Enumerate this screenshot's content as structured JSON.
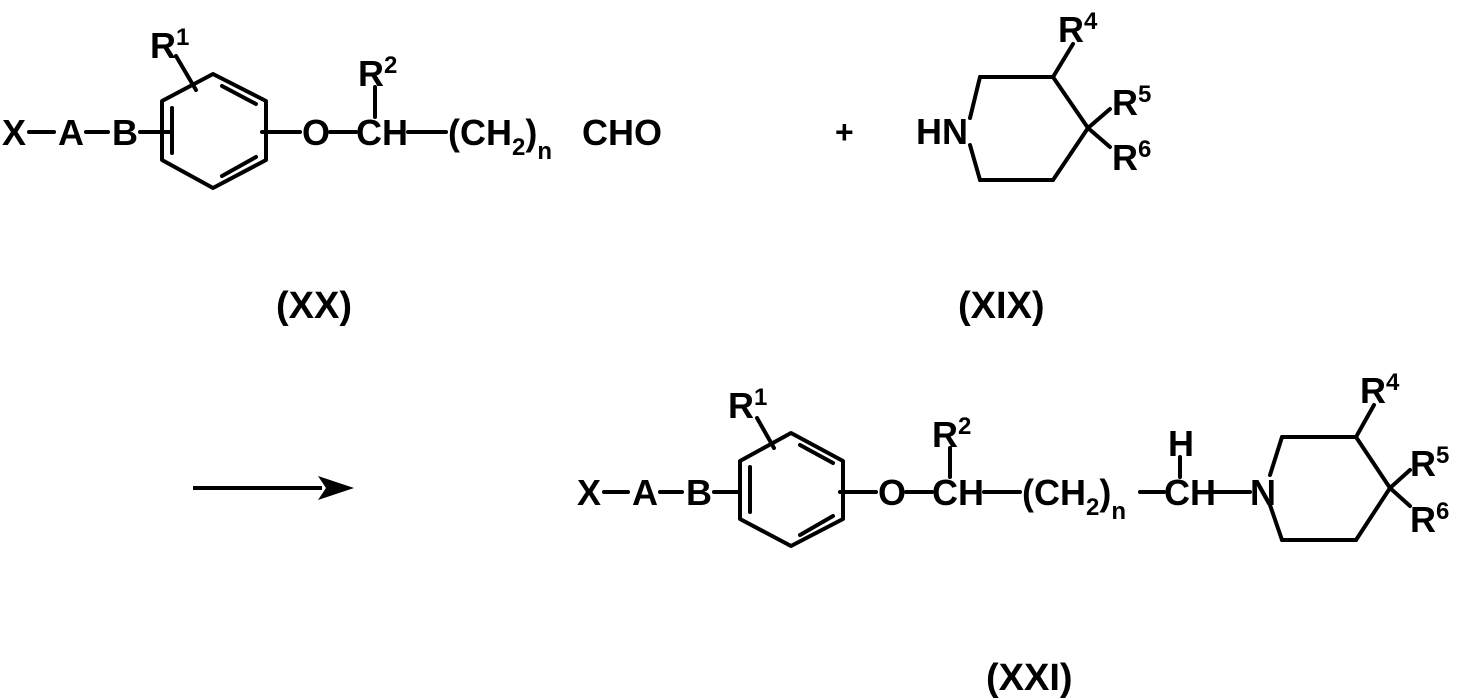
{
  "scheme": {
    "xx": {
      "x": "X",
      "a": "A",
      "b": "B",
      "r1": "R",
      "r1_sup": "1",
      "o": "O",
      "ch": "CH",
      "r2": "R",
      "r2_sup": "2",
      "ch2_open": "(CH",
      "ch2_sub": "2",
      "ch2_close": ")",
      "n": "n",
      "cho": "CHO",
      "label": "(XX)"
    },
    "plus": "+",
    "xix": {
      "hn": "HN",
      "r4": "R",
      "r4_sup": "4",
      "r5": "R",
      "r5_sup": "5",
      "r6": "R",
      "r6_sup": "6",
      "label": "(XIX)"
    },
    "xxi": {
      "x": "X",
      "a": "A",
      "b": "B",
      "r1": "R",
      "r1_sup": "1",
      "o": "O",
      "ch": "CH",
      "r2": "R",
      "r2_sup": "2",
      "ch2_open": "(CH",
      "ch2_sub": "2",
      "ch2_close": ")",
      "n": "n",
      "h": "H",
      "ch_2": "CH",
      "n_atom": "N",
      "r4": "R",
      "r4_sup": "4",
      "r5": "R",
      "r5_sup": "5",
      "r6": "R",
      "r6_sup": "6",
      "label": "(XXI)"
    }
  }
}
